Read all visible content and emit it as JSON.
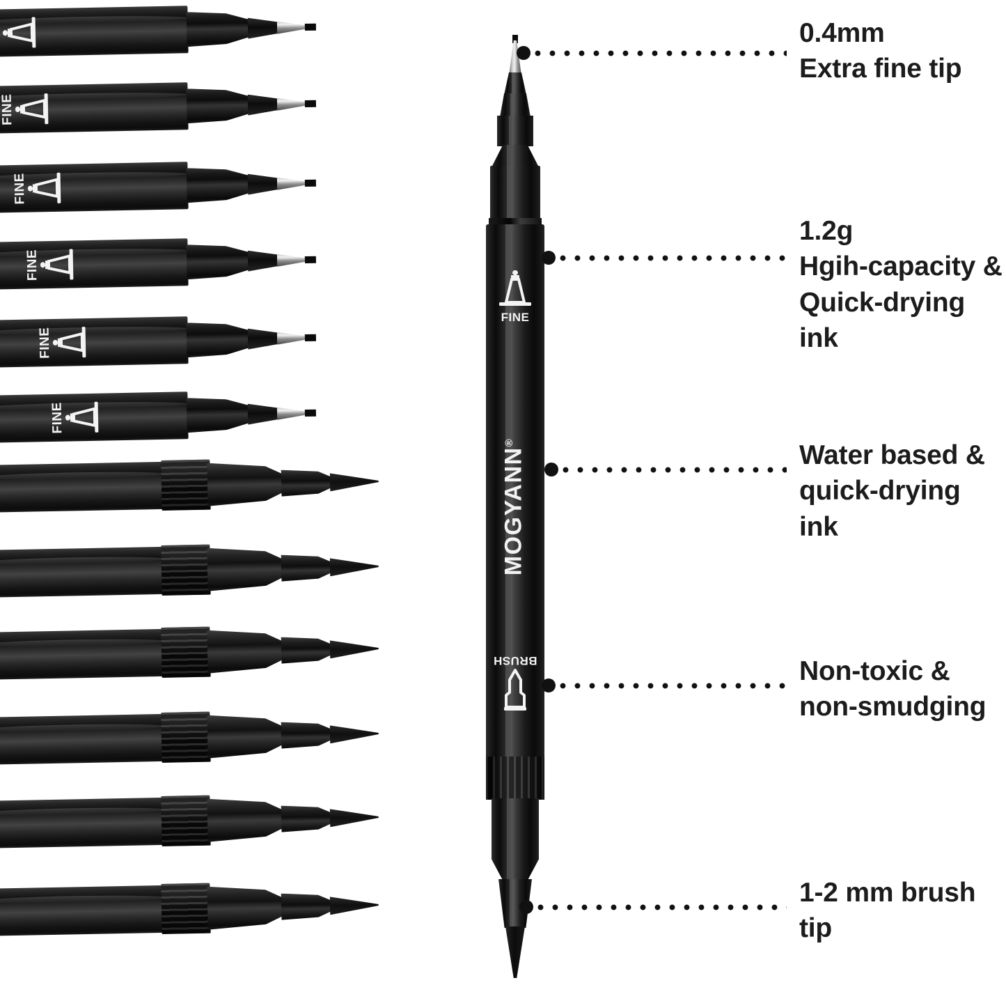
{
  "product": {
    "brand": "MOGYANN",
    "brand_symbol": "®",
    "fine_label": "FINE",
    "brush_label": "BRUSH"
  },
  "left_column": {
    "fine_pen_label": "FINE",
    "fine_pen_count": 6,
    "brush_pen_count": 6
  },
  "callouts": [
    {
      "id": "extra-fine-tip",
      "line1": "0.4mm",
      "line2": "Extra fine tip",
      "line3": ""
    },
    {
      "id": "ink-capacity",
      "line1": "1.2g",
      "line2": "Hgih-capacity &",
      "line3": "Quick-drying ink"
    },
    {
      "id": "water-based",
      "line1": "Water based &",
      "line2": "quick-drying ink",
      "line3": ""
    },
    {
      "id": "non-toxic",
      "line1": "Non-toxic &",
      "line2": "non-smudging",
      "line3": ""
    },
    {
      "id": "brush-tip",
      "line1": "1-2 mm brush",
      "line2": "tip",
      "line3": ""
    }
  ],
  "colors": {
    "background": "#ffffff",
    "text": "#1c1c1c",
    "pen_body": "#111111",
    "marking": "#f4f4f4",
    "metal_tip": "#d6d6d6"
  }
}
